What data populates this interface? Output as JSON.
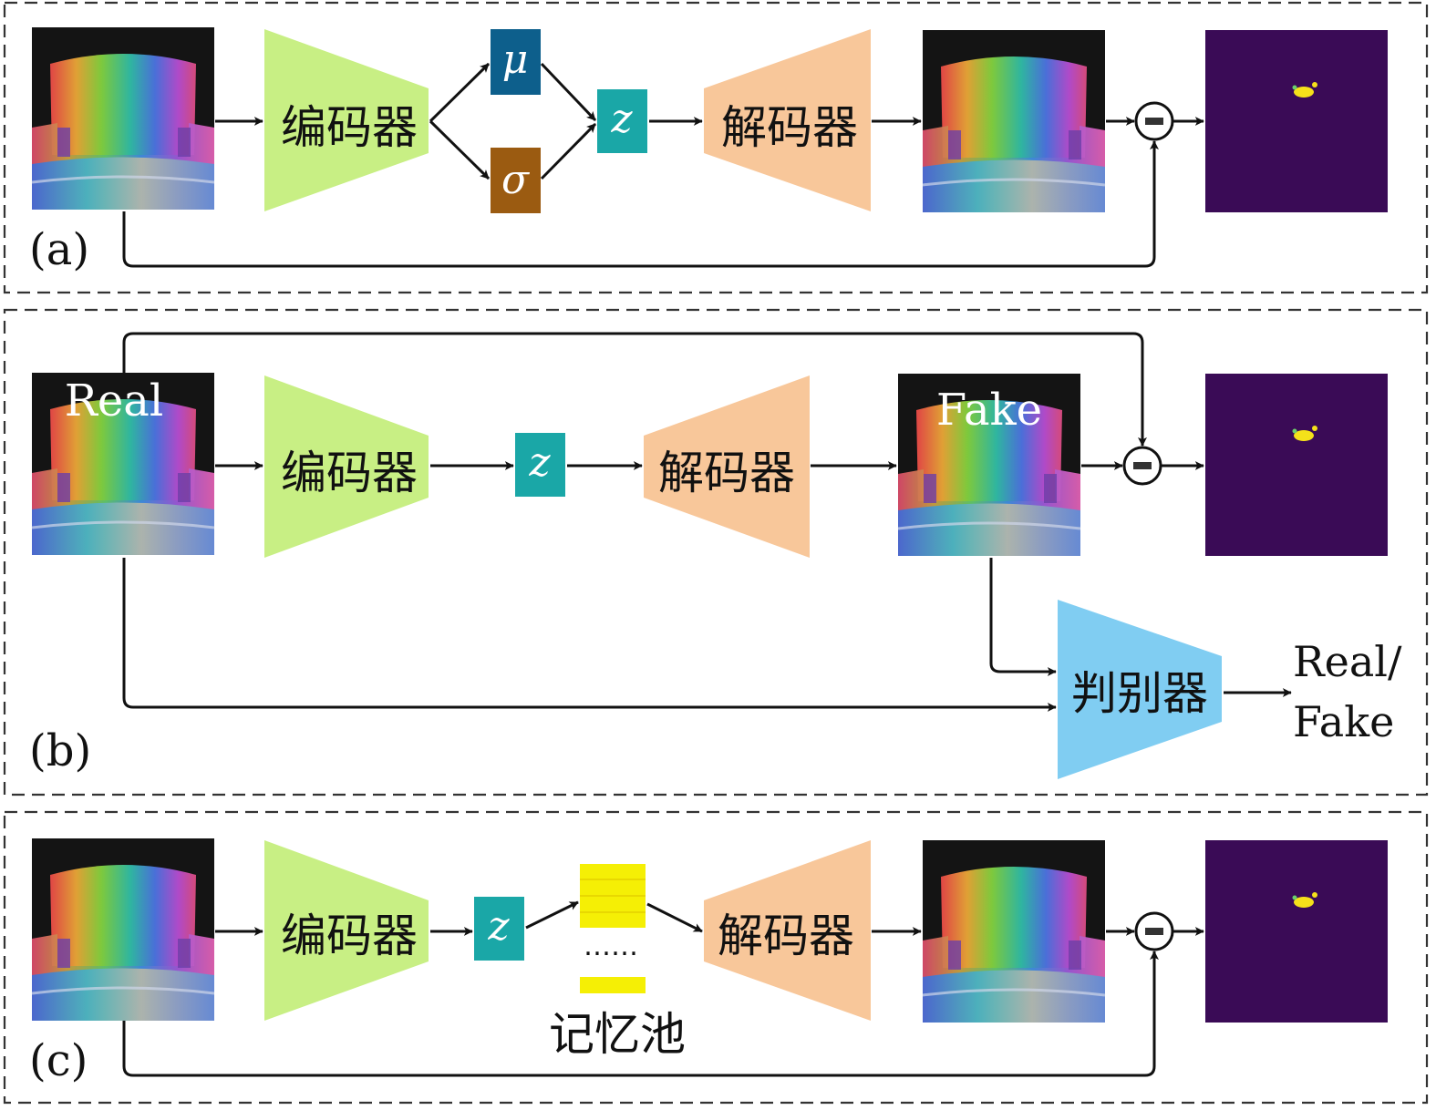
{
  "panels": [
    {
      "label": "(a)",
      "encoder": "编码器",
      "decoder": "解码器",
      "mu": "μ",
      "sigma": "σ",
      "z": "z"
    },
    {
      "label": "(b)",
      "encoder": "编码器",
      "decoder": "解码器",
      "z": "z",
      "real_overlay": "Real",
      "fake_overlay": "Fake",
      "discriminator": "判别器",
      "output_line1": "Real/",
      "output_line2": "Fake"
    },
    {
      "label": "(c)",
      "encoder": "编码器",
      "decoder": "解码器",
      "z": "z",
      "memory_pool": "记忆池",
      "memory_dots": "……"
    }
  ],
  "minus_symbol": "−",
  "colors": {
    "encoder": "#c8ef84",
    "decoder": "#f8c79a",
    "discriminator": "#80cdf2",
    "mu_box": "#0d5f8c",
    "sigma_box": "#9b5b11",
    "z_box": "#1aa7a7",
    "memory_slot": "#f5ef05",
    "anomaly_map_bg": "#3a0b56",
    "anomaly_spot": "#f5e11a"
  },
  "icons": [
    "input-image",
    "reconstruction-image",
    "anomaly-map",
    "subtract-icon"
  ]
}
